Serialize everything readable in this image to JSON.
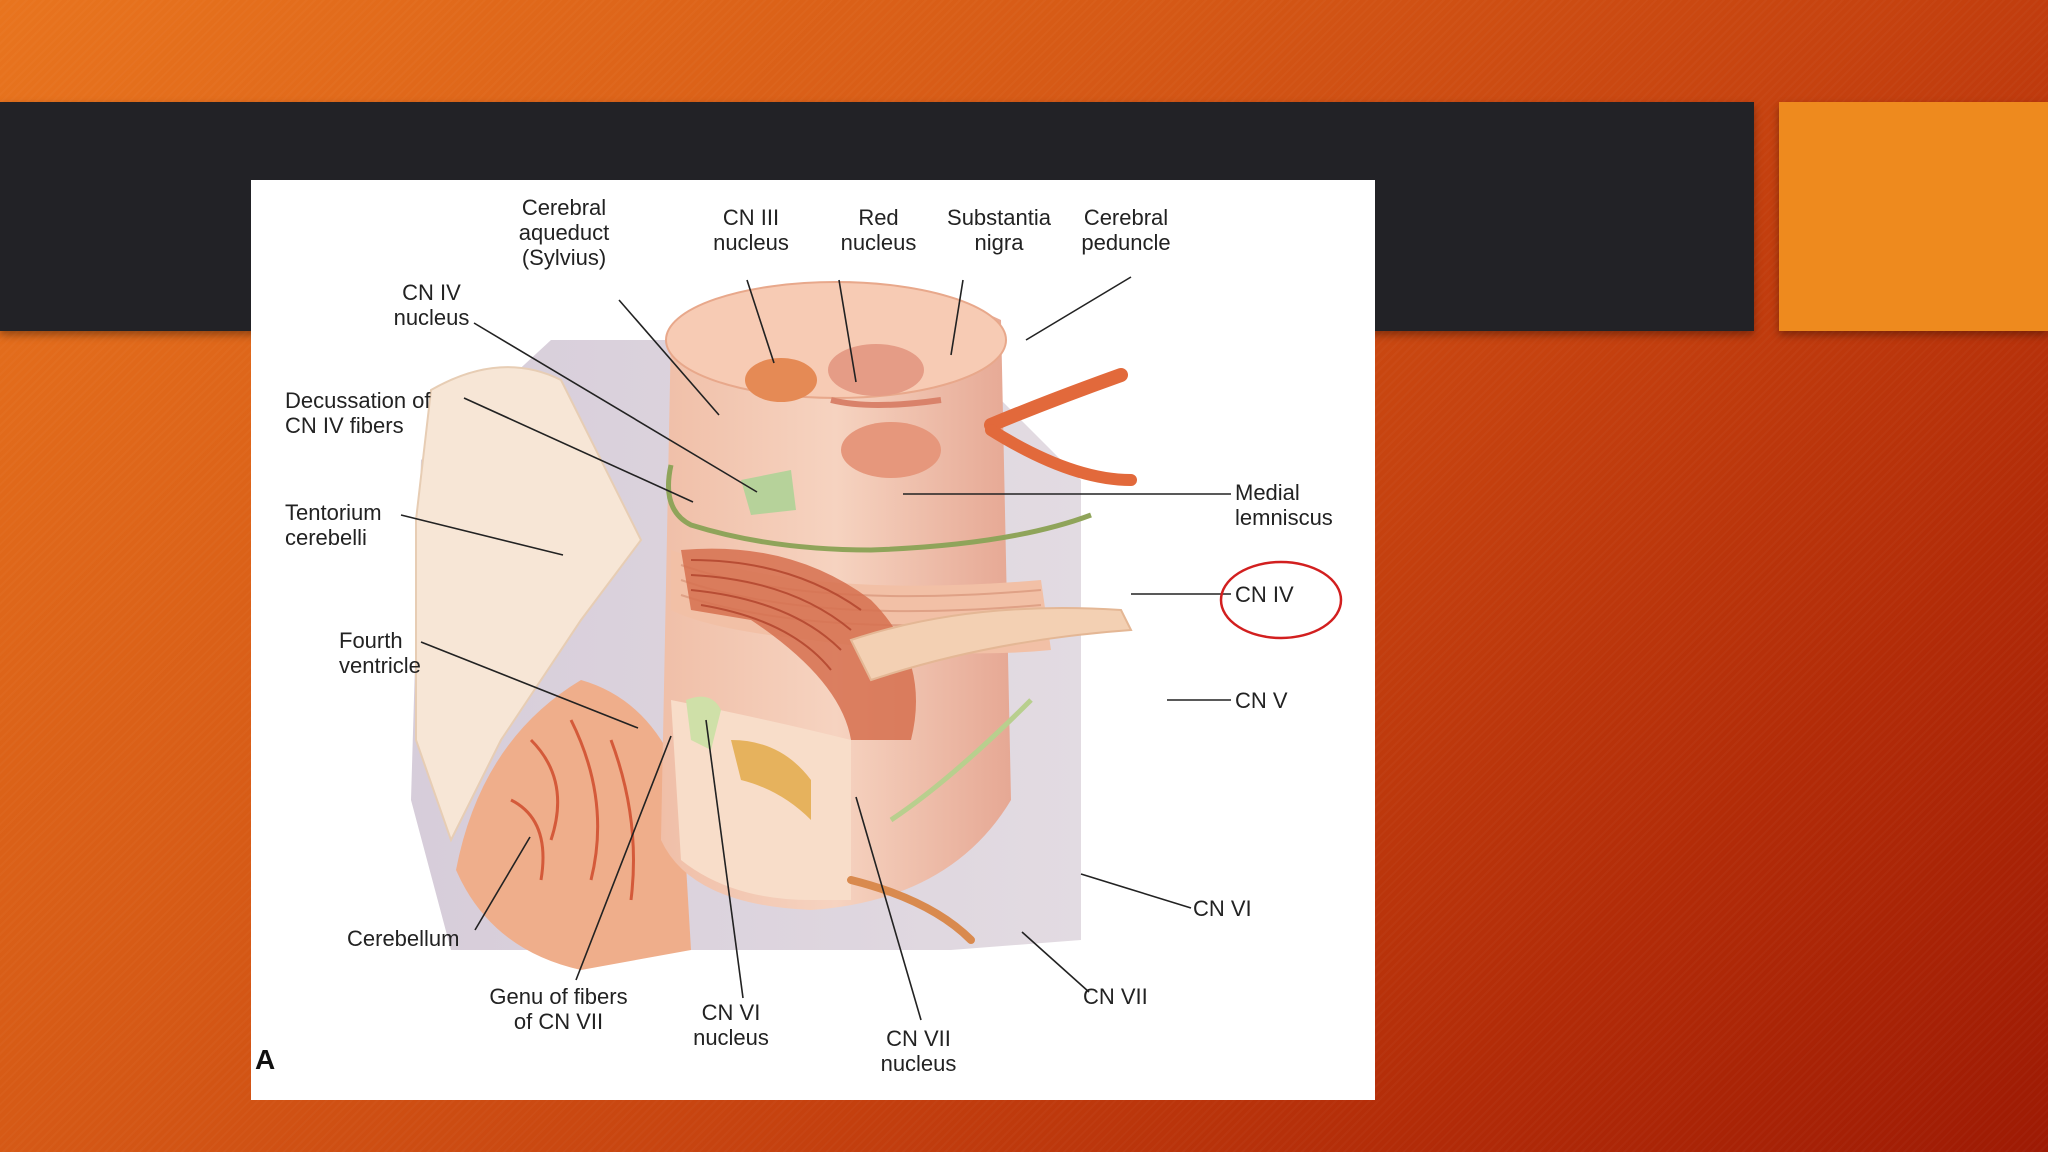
{
  "slide": {
    "colors": {
      "background_start": "#e8741e",
      "background_end": "#9e1a04",
      "title_bar": "#222226",
      "accent_square": "#ee8a1e",
      "highlight_circle": "#d21f1f"
    }
  },
  "figure": {
    "panel_letter": "A",
    "highlighted_label": "CN IV",
    "labels": {
      "cerebral_aqueduct": "Cerebral\naqueduct\n(Sylvius)",
      "cn3_nucleus": "CN III\nnucleus",
      "red_nucleus": "Red\nnucleus",
      "substantia_nigra": "Substantia\nnigra",
      "cerebral_peduncle": "Cerebral\npeduncle",
      "cn4_nucleus": "CN IV\nnucleus",
      "decussation": "Decussation of\nCN IV fibers",
      "tentorium": "Tentorium\ncerebelli",
      "medial_lemniscus": "Medial\nlemniscus",
      "cn4": "CN IV",
      "fourth_ventricle": "Fourth\nventricle",
      "cn5": "CN V",
      "cn6": "CN VI",
      "cerebellum": "Cerebellum",
      "genu": "Genu of fibers\nof CN VII",
      "cn6_nucleus": "CN VI\nnucleus",
      "cn7_nucleus": "CN VII\nnucleus",
      "cn7": "CN VII"
    }
  }
}
